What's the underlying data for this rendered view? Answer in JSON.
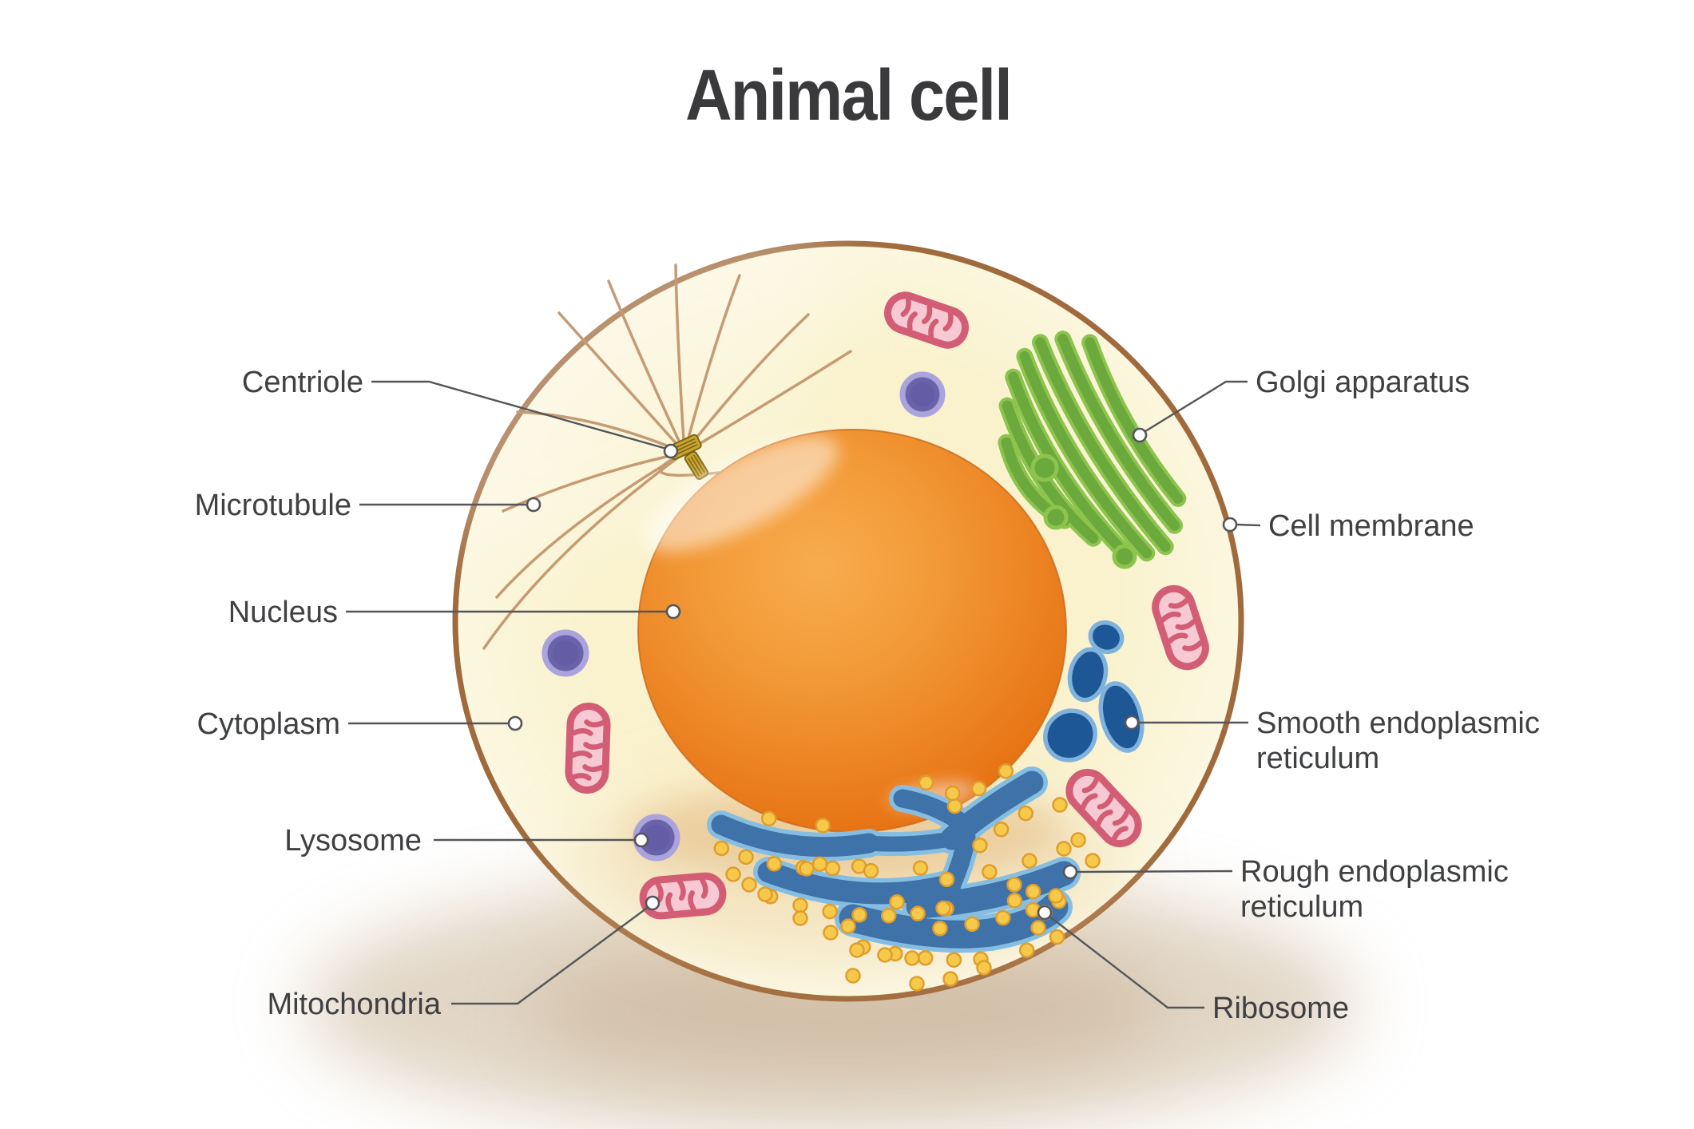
{
  "title": "Animal cell",
  "figure_type": "labeled-biology-diagram",
  "labels": {
    "centriole": "Centriole",
    "microtubule": "Microtubule",
    "nucleus": "Nucleus",
    "cytoplasm": "Cytoplasm",
    "lysosome": "Lysosome",
    "mitochondria": "Mitochondria",
    "golgi": "Golgi apparatus",
    "cell_membrane": "Cell membrane",
    "smooth_er_line1": "Smooth endoplasmic",
    "smooth_er_line2": "reticulum",
    "rough_er_line1": "Rough endoplasmic",
    "rough_er_line2": "reticulum",
    "ribosome": "Ribosome"
  },
  "colors": {
    "title-color": "#3A3A3C",
    "label-color": "#3F4042",
    "leader": "#55565A",
    "membrane": "#A06A3C",
    "cytoplasm-core": "#FAF1C9",
    "cytoplasm-edge": "#FCF8E6",
    "nucleus-core": "#F8AC4E",
    "nucleus-rim": "#E36C0E",
    "nucleus-outline": "#C8691B",
    "golgi-fill": "#6CA93C",
    "golgi-edge": "#8CC44E",
    "mito-outer": "#D35D74",
    "mito-inner": "#F6C9D3",
    "lysosome-fill": "#6B63A9",
    "lysosome-ring": "#ABA3DC",
    "smooth-er-fill": "#1E5796",
    "smooth-er-edge": "#7FB2DC",
    "rough-er-fill": "#3E72A8",
    "rough-er-edge": "#86BEE2",
    "ribosome-fill": "#F7C94B",
    "ribosome-edge": "#DE9E2E",
    "microtubule": "#C49B73",
    "centriole-fill": "#C9A52E",
    "centriole-edge": "#7E6414",
    "shadow": "#C4AD8D"
  }
}
